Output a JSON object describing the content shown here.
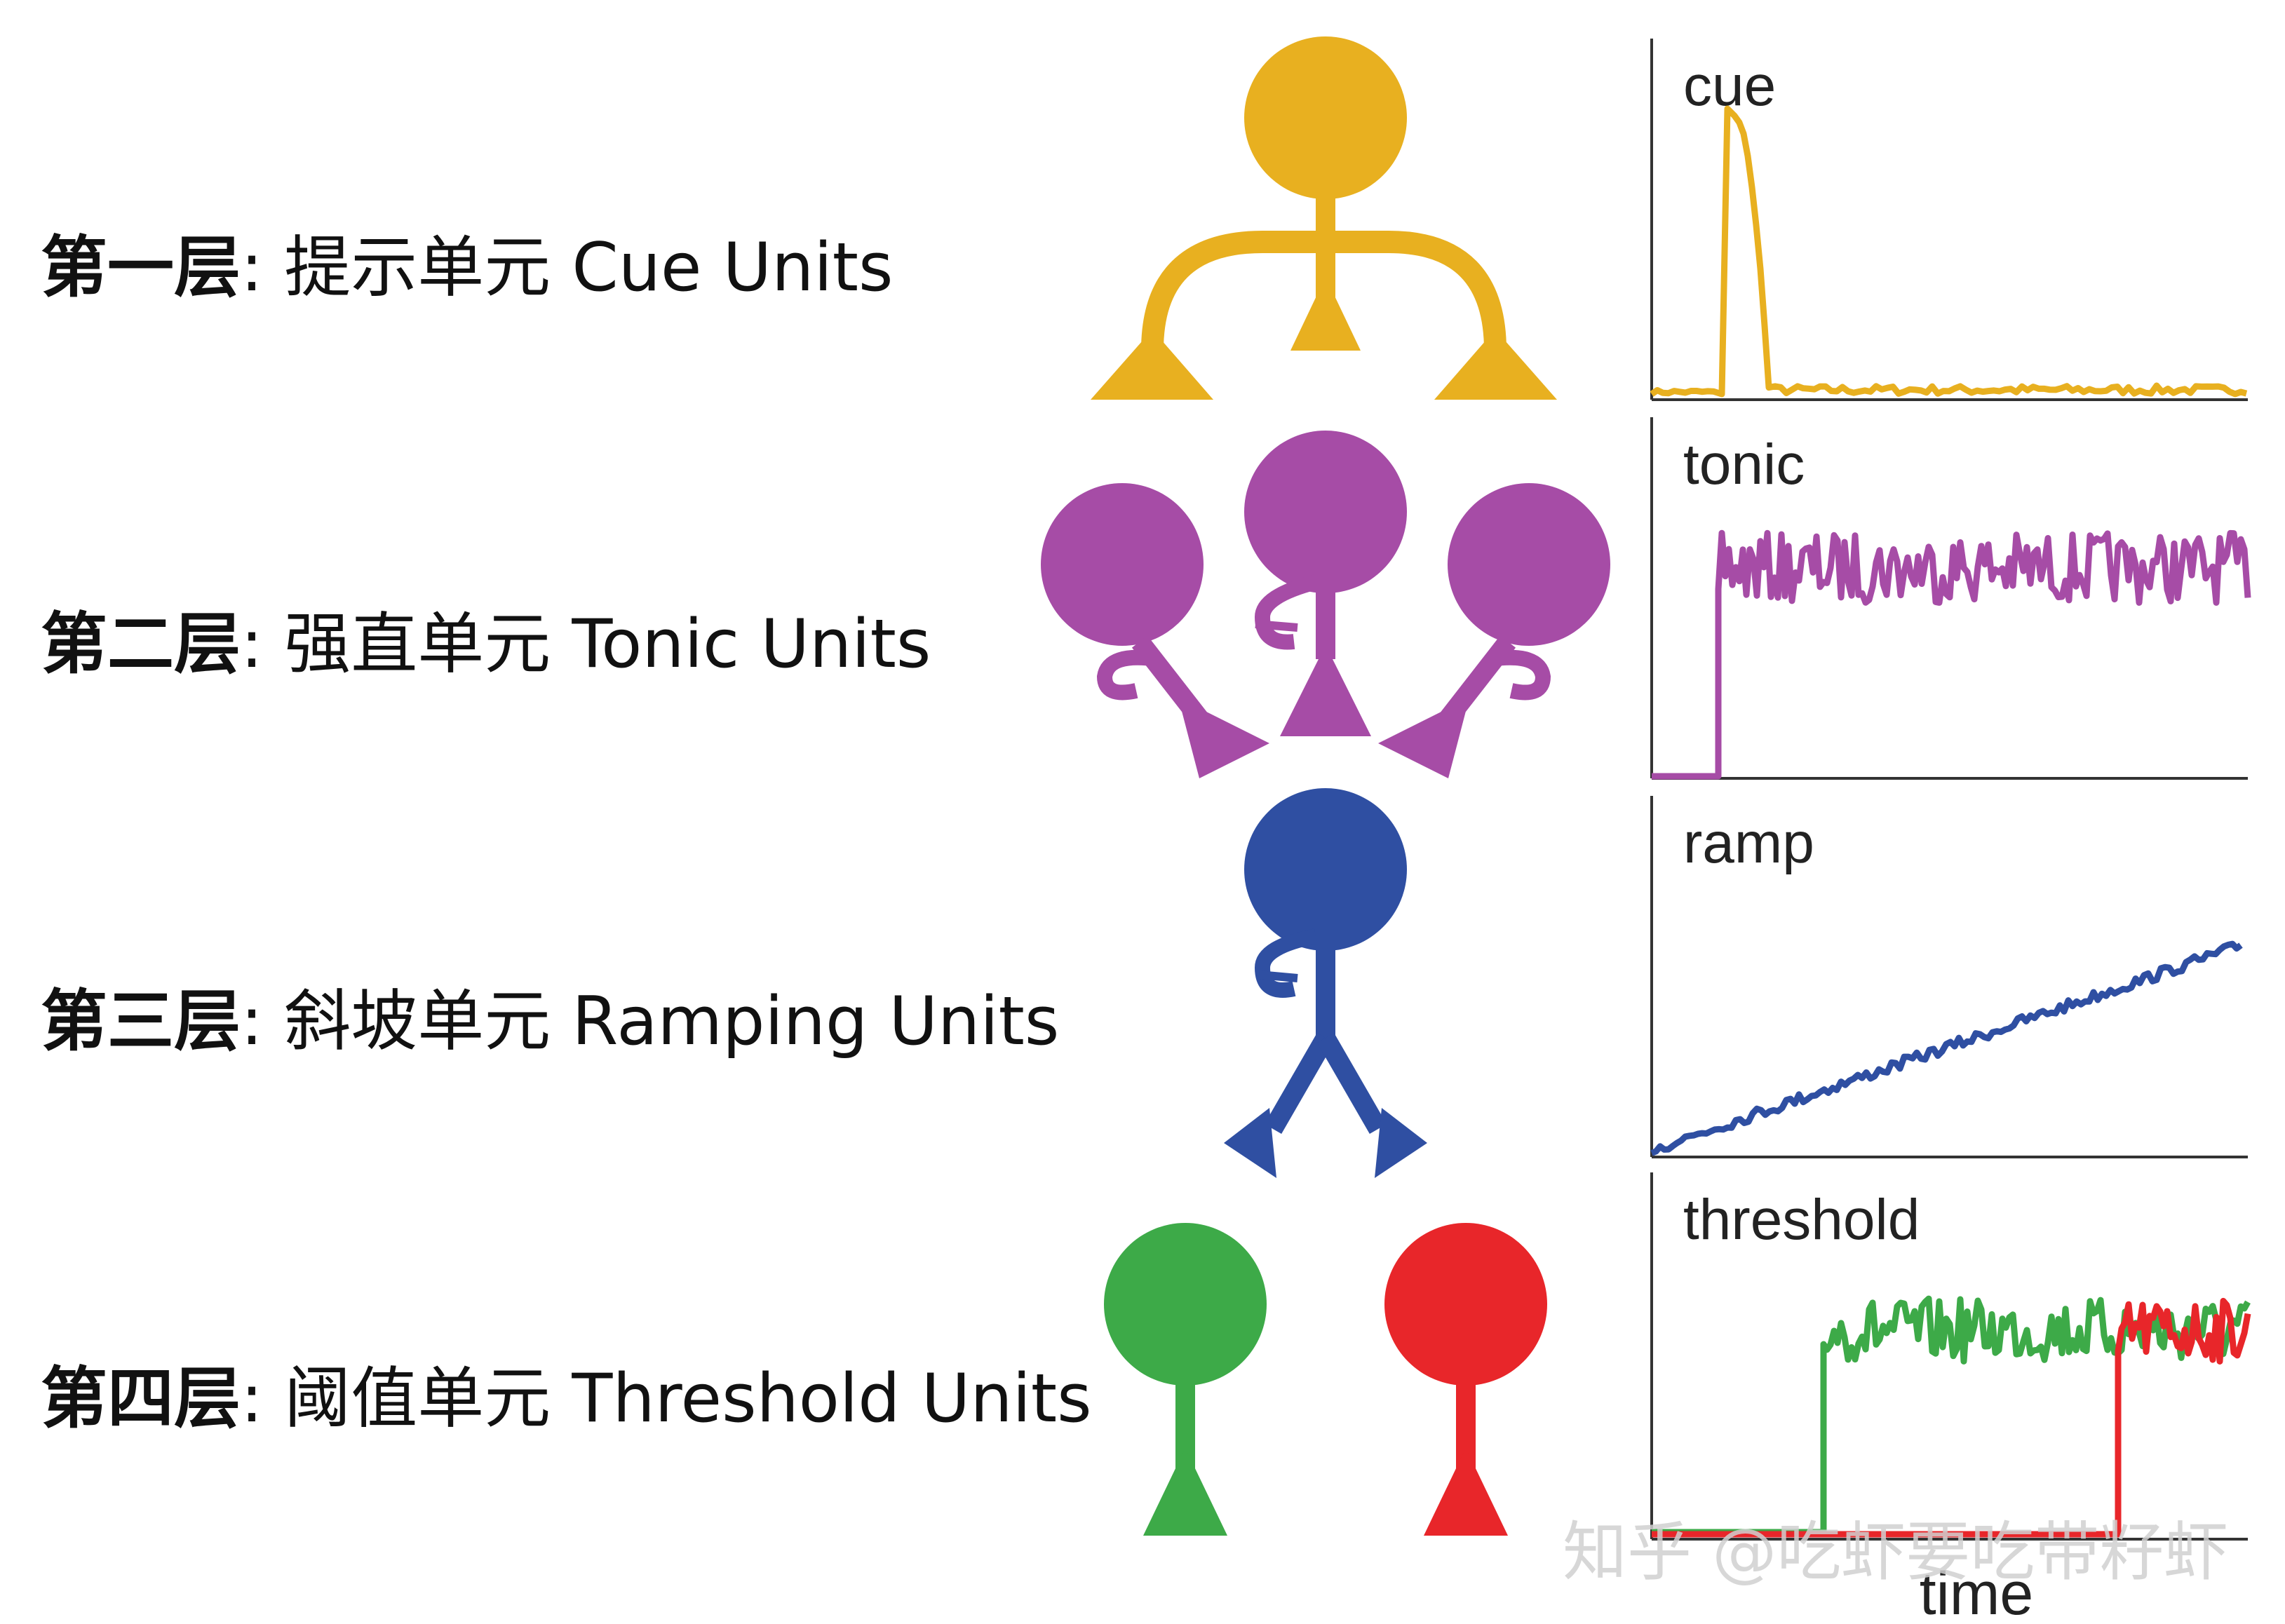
{
  "layers": [
    {
      "ordinal": "第一层",
      "name": ": 提示单元 Cue Units",
      "trace_label": "cue",
      "color": "#E8B020"
    },
    {
      "ordinal": "第二层",
      "name": ": 强直单元 Tonic Units",
      "trace_label": "tonic",
      "color": "#A64CA6"
    },
    {
      "ordinal": "第三层",
      "name": ": 斜坡单元 Ramping Units",
      "trace_label": "ramp",
      "color": "#2F4FA2"
    },
    {
      "ordinal": "第四层",
      "name": ": 阈值单元 Threshold Units",
      "trace_label": "threshold",
      "color": "#3DAA48"
    }
  ],
  "threshold_second_color": "#E8262A",
  "x_axis_label": "time",
  "watermark": "知乎 @吃虾要吃带籽虾"
}
